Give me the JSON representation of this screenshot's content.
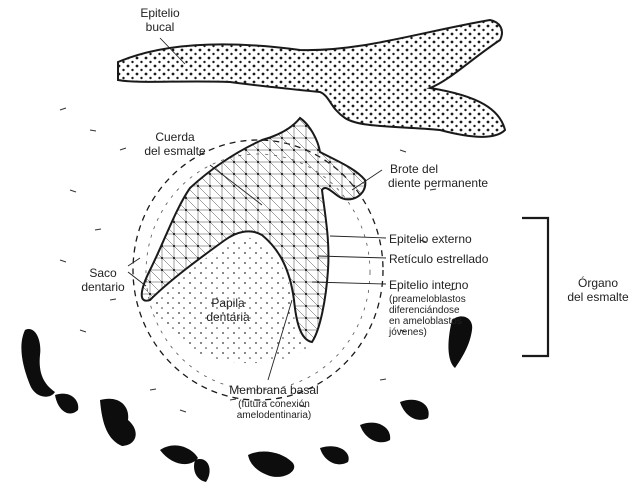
{
  "labels": {
    "epitelio_bucal": [
      "Epitelio",
      "bucal"
    ],
    "cuerda_esmalte": [
      "Cuerda",
      "del esmalte"
    ],
    "brote_diente": [
      "Brote del",
      "diente permanente"
    ],
    "epitelio_externo": "Epitelio externo",
    "reticulo_estrellado": "Retículo estrellado",
    "epitelio_interno": "Epitelio interno",
    "epitelio_interno_note": [
      "(preameloblastos",
      "diferenciándose",
      "en ameloblastos",
      "jóvenes)"
    ],
    "organo_esmalte": [
      "Órgano",
      "del esmalte"
    ],
    "saco_dentario": [
      "Saco",
      "dentario"
    ],
    "papila_dentaria": [
      "Papila",
      "dentaria"
    ],
    "membrana_basal": "Membrana basal",
    "membrana_basal_note": [
      "(futura conexión",
      "amelodentinaria)"
    ]
  },
  "colors": {
    "ink": "#1a1a1a",
    "paper": "#ffffff",
    "bone": "#0d0d0d"
  }
}
